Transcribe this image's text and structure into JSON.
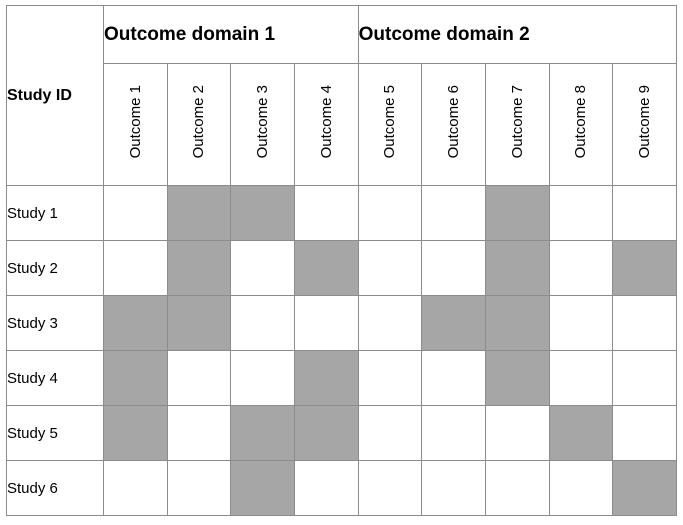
{
  "header": {
    "study_id_label": "Study ID",
    "domains": [
      {
        "label": "Outcome domain 1",
        "span": 4
      },
      {
        "label": "Outcome domain 2",
        "span": 5
      }
    ],
    "outcomes": [
      "Outcome 1",
      "Outcome 2",
      "Outcome 3",
      "Outcome 4",
      "Outcome 5",
      "Outcome 6",
      "Outcome 7",
      "Outcome 8",
      "Outcome 9"
    ]
  },
  "rows": [
    {
      "label": "Study 1",
      "cells": [
        0,
        1,
        1,
        0,
        0,
        0,
        1,
        0,
        0
      ]
    },
    {
      "label": "Study 2",
      "cells": [
        0,
        1,
        0,
        1,
        0,
        0,
        1,
        0,
        1
      ]
    },
    {
      "label": "Study 3",
      "cells": [
        1,
        1,
        0,
        0,
        0,
        1,
        1,
        0,
        0
      ]
    },
    {
      "label": "Study 4",
      "cells": [
        1,
        0,
        0,
        1,
        0,
        0,
        1,
        0,
        0
      ]
    },
    {
      "label": "Study 5",
      "cells": [
        1,
        0,
        1,
        1,
        0,
        0,
        0,
        1,
        0
      ]
    },
    {
      "label": "Study 6",
      "cells": [
        0,
        0,
        1,
        0,
        0,
        0,
        0,
        0,
        1
      ]
    }
  ],
  "colors": {
    "filled": "#a6a6a6",
    "empty": "#ffffff",
    "border": "#8c8c8c"
  }
}
